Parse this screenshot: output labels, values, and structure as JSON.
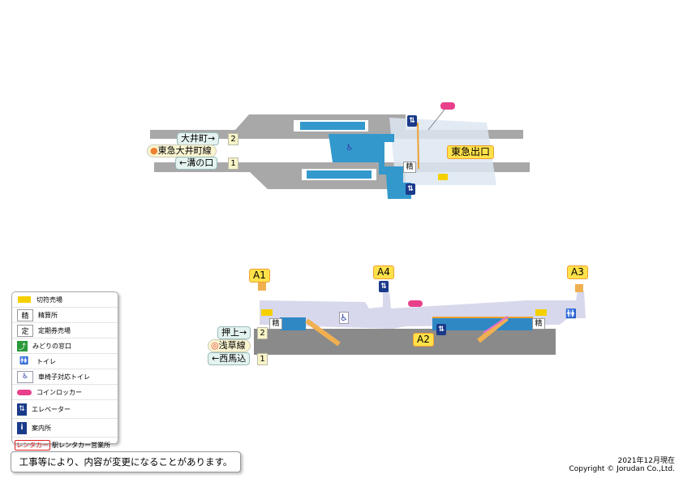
{
  "top_map": {
    "line_name": "東急大井町線",
    "line_color": "#f08030",
    "track2": {
      "direction": "大井町→",
      "number": "2"
    },
    "track1": {
      "direction": "←溝の口",
      "number": "1"
    },
    "exit": "東急出口",
    "fare_adjust": "精"
  },
  "bottom_map": {
    "line_name": "浅草線",
    "line_color": "#e84030",
    "track2": {
      "direction": "押上→",
      "number": "2"
    },
    "track1": {
      "direction": "←西馬込",
      "number": "1"
    },
    "exits": [
      "A1",
      "A4",
      "A3",
      "A2"
    ],
    "fare_adjust": "精"
  },
  "legend": {
    "items": [
      {
        "icon": "ticket-machine-icon",
        "label": "切符売場"
      },
      {
        "icon": "fare-adjustment-icon",
        "glyph": "精",
        "label": "精算所"
      },
      {
        "icon": "commuter-pass-icon",
        "glyph": "定",
        "label": "定期券売場"
      },
      {
        "icon": "midori-window-icon",
        "label": "みどりの窓口"
      },
      {
        "icon": "toilet-icon",
        "label": "トイレ"
      },
      {
        "icon": "accessible-toilet-icon",
        "label": "車椅子対応トイレ"
      },
      {
        "icon": "coin-locker-icon",
        "label": "コインロッカー"
      },
      {
        "icon": "elevator-icon",
        "label": "エレベーター"
      },
      {
        "icon": "information-icon",
        "label": "案内所"
      },
      {
        "icon": "rent-a-car-icon",
        "glyph": "レンタカー",
        "label": "駅レンタカー営業所"
      }
    ]
  },
  "notice": "工事等により、内容が変更になることがあります。",
  "date": "2021年12月現在",
  "copyright": "Copyright © Jorudan Co.,Ltd."
}
